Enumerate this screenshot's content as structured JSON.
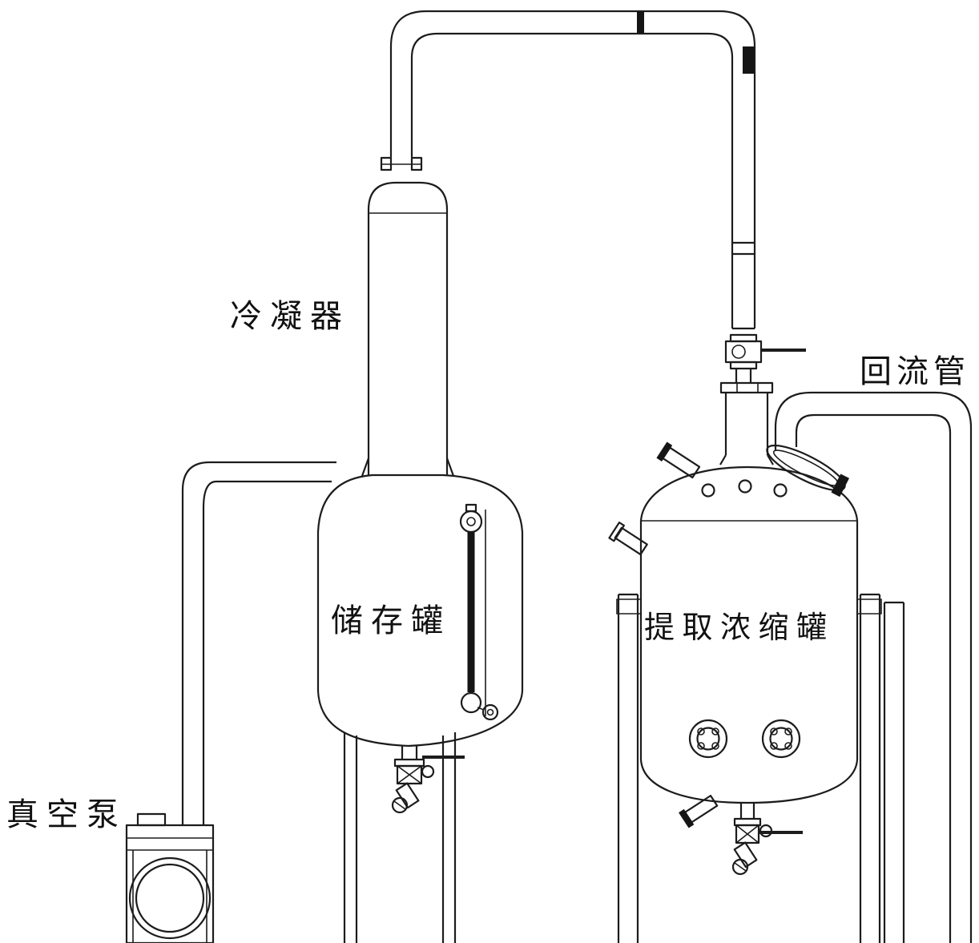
{
  "diagram": {
    "labels": {
      "condenser": "冷 凝 器",
      "reflux_pipe": "回流管",
      "storage_tank": "储 存 罐",
      "extraction_tank": "提 取 浓 缩 罐",
      "vacuum_pump": "真 空 泵"
    },
    "colors": {
      "line": "#1c1c1c",
      "background": "#ffffff"
    }
  }
}
